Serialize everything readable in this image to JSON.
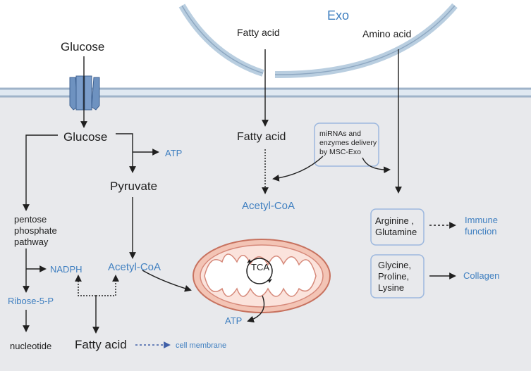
{
  "colors": {
    "cell_bg": "#e8e9ec",
    "membrane": "#9fb3c9",
    "membrane_inner": "#dfe8f1",
    "exo_membrane": "#b9cee0",
    "blue_text": "#3f7fc0",
    "box_border": "#9db8de",
    "mito_outer": "#d6897a",
    "mito_fill": "#fbe3dc"
  },
  "labels": {
    "exo": "Exo",
    "fatty_acid_top": "Fatty acid",
    "amino_acid_top": "Amino acid",
    "glucose_top": "Glucose",
    "glucose_cell": "Glucose",
    "atp_1": "ATP",
    "pyruvate": "Pyruvate",
    "pentose_1": "pentose",
    "pentose_2": "phosphate",
    "pentose_3": "pathway",
    "nadph": "NADPH",
    "acetyl_coa_1": "Acetyl-CoA",
    "ribose": "Ribose-5-P",
    "nucleotide": "nucleotide",
    "fatty_acid_bottom": "Fatty acid",
    "cell_membrane": "cell membrane",
    "tca": "TCA",
    "atp_2": "ATP",
    "fatty_acid_mid": "Fatty acid",
    "acetyl_coa_2": "Acetyl-CoA",
    "mirna_1": "miRNAs and",
    "mirna_2": "enzymes delivery",
    "mirna_3": "by MSC-Exo",
    "arg_1": "Arginine ,",
    "arg_2": "Glutamine",
    "immune_1": "Immune",
    "immune_2": "function",
    "gly_1": "Glycine,",
    "gly_2": "Proline,",
    "gly_3": "Lysine",
    "collagen": "Collagen"
  }
}
